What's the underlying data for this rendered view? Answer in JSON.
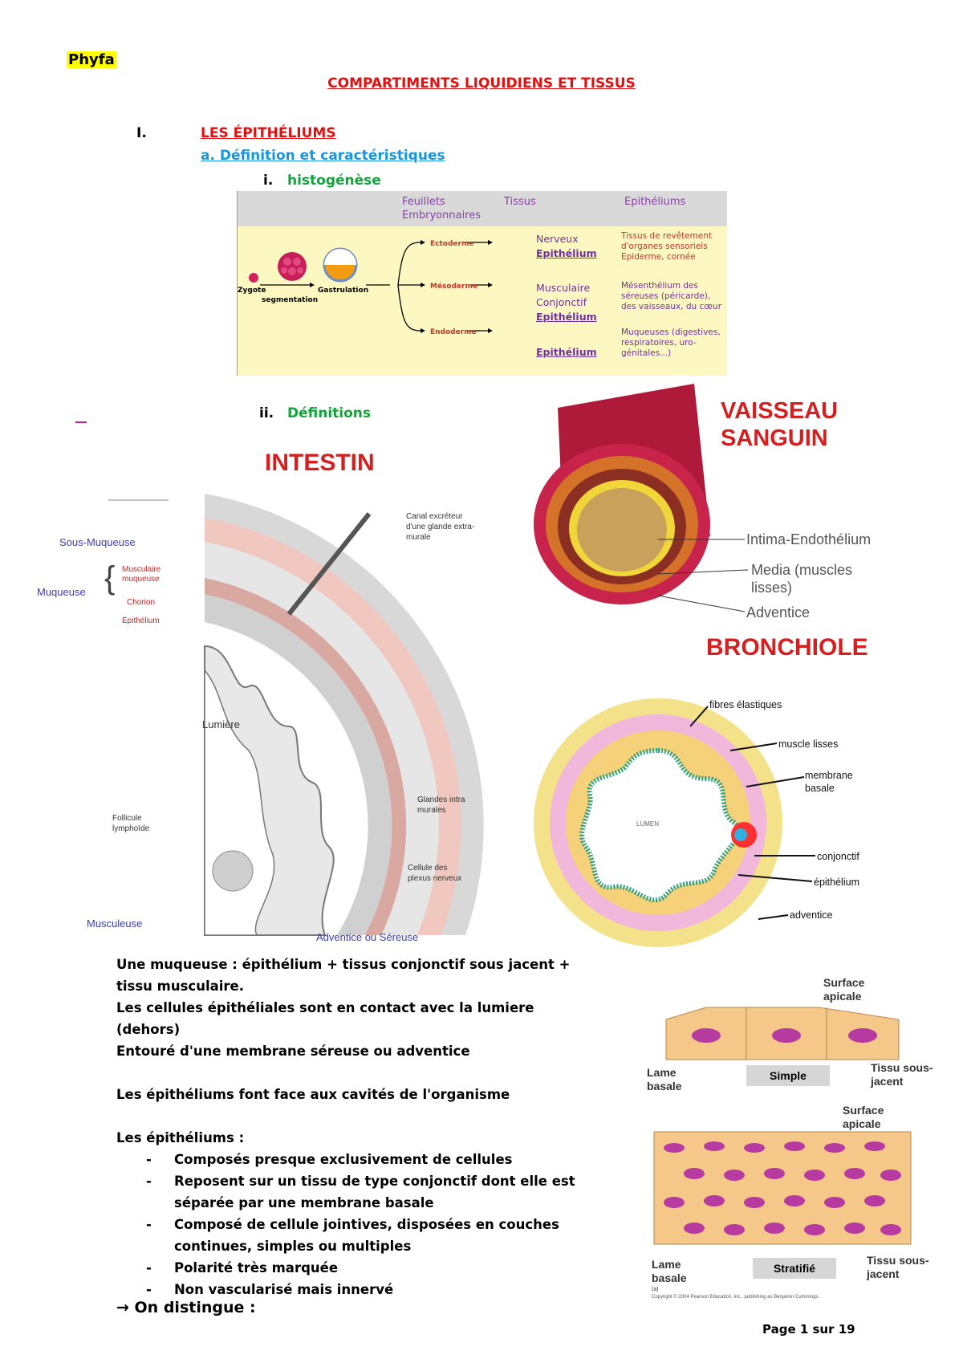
{
  "header": {
    "tag": "Phyfa",
    "title": "COMPARTIMENTS LIQUIDIENS ET TISSUS"
  },
  "section": {
    "number": "I.",
    "title": "LES ÉPITHÉLIUMS",
    "sub_a": "a.   Définition et caractéristiques",
    "sub_i_num": "i.",
    "sub_i": "histogénèse",
    "sub_ii_num": "ii.",
    "sub_ii": "Définitions"
  },
  "histo_table": {
    "col_feuillets": "Feuillets Embryonnaires",
    "col_tissus": "Tissus",
    "col_epitheliums": "Epithéliums",
    "zygote": "Zygote",
    "segmentation": "segmentation",
    "gastrulation": "Gastrulation",
    "ectoderme": "Ectoderme",
    "mesoderme": "Mésoderme",
    "endoderme": "Endoderme",
    "t1a": "Nerveux",
    "t1b": "Epithélium",
    "t2a": "Musculaire",
    "t2b": "Conjonctif",
    "t2c": "Epithélium",
    "t3a": "Epithélium",
    "e1": "Tissus de revêtement d'organes sensoriels Epiderme, cornée",
    "e2": "Mésenthélium des séreuses (péricarde), des vaisseaux, du cœur",
    "e3": "Muqueuses (digestives, respiratoires, uro-génitales...)"
  },
  "intestin": {
    "title": "INTESTIN",
    "sous_muqueuse": "Sous-Muqueuse",
    "muqueuse": "Muqueuse",
    "musculaire_muqueuse": "Musculaire muqueuse",
    "chorion": "Chorion",
    "epithelium": "Épithélium",
    "canal": "Canal excréteur d'une glande extra-murale",
    "lumiere": "Lumière",
    "glandes": "Glandes intra murales",
    "follicule": "Follicule lymphoïde",
    "cellule": "Cellule des plexus nerveux",
    "musculeuse": "Musculeuse",
    "adventice": "Adventice ou Séreuse"
  },
  "vaisseau": {
    "title_1": "VAISSEAU",
    "title_2": "SANGUIN",
    "intima": "Intima-Endothélium",
    "media_1": "Media (muscles",
    "media_2": "lisses)",
    "adventice": "Adventice"
  },
  "bronchiole": {
    "title": "BRONCHIOLE",
    "fibres": "fibres élastiques",
    "muscle": "muscle lisses",
    "membrane_1": "membrane",
    "membrane_2": "basale",
    "conjonctif": "conjonctif",
    "epithelium": "épithélium",
    "adventice": "adventice",
    "lumen": "LUMEN"
  },
  "epith_fig": {
    "surface_1": "Surface",
    "surface_2": "apicale",
    "lame_1": "Lame",
    "lame_2": "basale",
    "tissu_1": "Tissu sous-",
    "tissu_2": "jacent",
    "simple": "Simple",
    "stratifie": "Stratifié",
    "fig_letter": "(a)",
    "copyright": "Copyright © 2004 Pearson Education, Inc., publishing as Benjamin Cummings."
  },
  "body": {
    "p1": "Une muqueuse : épithélium + tissus conjonctif sous jacent + tissu musculaire.",
    "p2": "Les cellules épithéliales sont en contact avec la lumiere (dehors)",
    "p3": "Entouré d'une membrane séreuse ou adventice",
    "p4": "Les épithéliums font face aux cavités de l'organisme",
    "p5": "Les épithéliums :",
    "items": [
      "Composés presque exclusivement de cellules",
      "Reposent sur un tissu de type conjonctif dont elle est séparée par une membrane basale",
      "Composé de cellule jointives, disposées en couches continues, simples ou multiples",
      "Polarité très marquée",
      "Non vascularisé mais innervé"
    ],
    "conclusion": "→ On distingue :"
  },
  "footer": {
    "page": "Page 1 sur 19"
  },
  "colors": {
    "red_heading": "#e01010",
    "blue_heading": "#1696e0",
    "green_heading": "#12a33a",
    "label_blue": "#3c3cbd",
    "figure_title_red": "#d42020"
  }
}
